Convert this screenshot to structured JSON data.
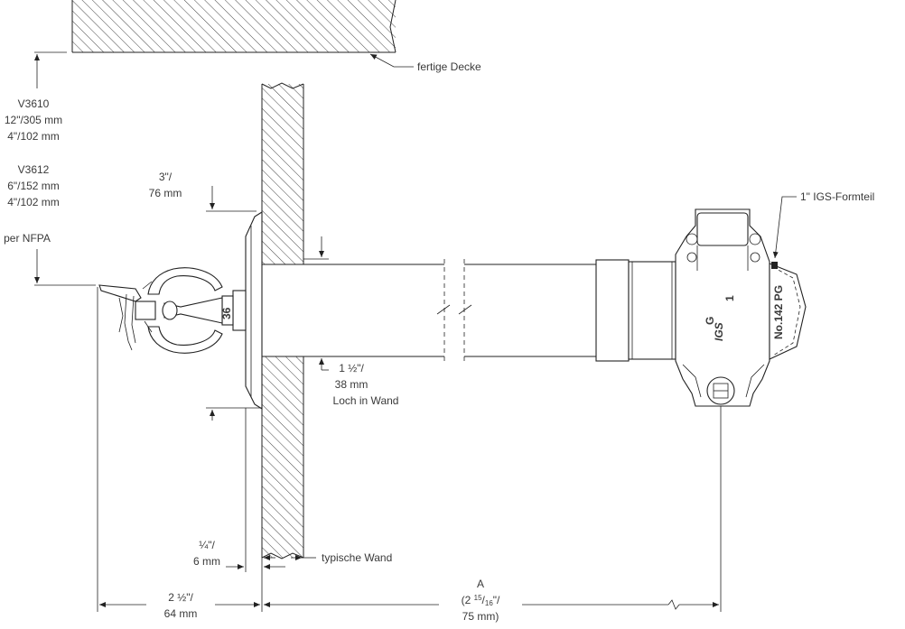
{
  "labels": {
    "ceiling": "fertige Decke",
    "v3610_model": "V3610",
    "v3610_dim1": "12\"/305 mm",
    "v3610_dim2": "4\"/102 mm",
    "v3612_model": "V3612",
    "v3612_dim1": "6\"/152 mm",
    "v3612_dim2": "4\"/102 mm",
    "per_nfpa": "per NFPA",
    "escutcheon_l1": "3\"/",
    "escutcheon_l2": "76 mm",
    "hole_l1": "1 ½\"/",
    "hole_l2": "38 mm",
    "hole_l3": "Loch in Wand",
    "igs_fitting": "1\" IGS-Formteil",
    "quarter_l1": "¼\"/",
    "quarter_l2": "6 mm",
    "typical_wall": "typische Wand",
    "dim_a_label": "A",
    "dim_a_l1a": "(2 ",
    "dim_a_l1b": "15",
    "dim_a_l1c": "/",
    "dim_a_l1d": "16",
    "dim_a_l1e": "\"/",
    "dim_a_l2": "75 mm)",
    "half_l1": "2 ½\"/",
    "half_l2": "64 mm"
  },
  "part_markings": {
    "sprinkler_code": "36",
    "coupling_mark_1": "1",
    "coupling_mark_2": "G",
    "coupling_mark_3": "IGS",
    "coupling_mark_4": "No.142 PG"
  }
}
